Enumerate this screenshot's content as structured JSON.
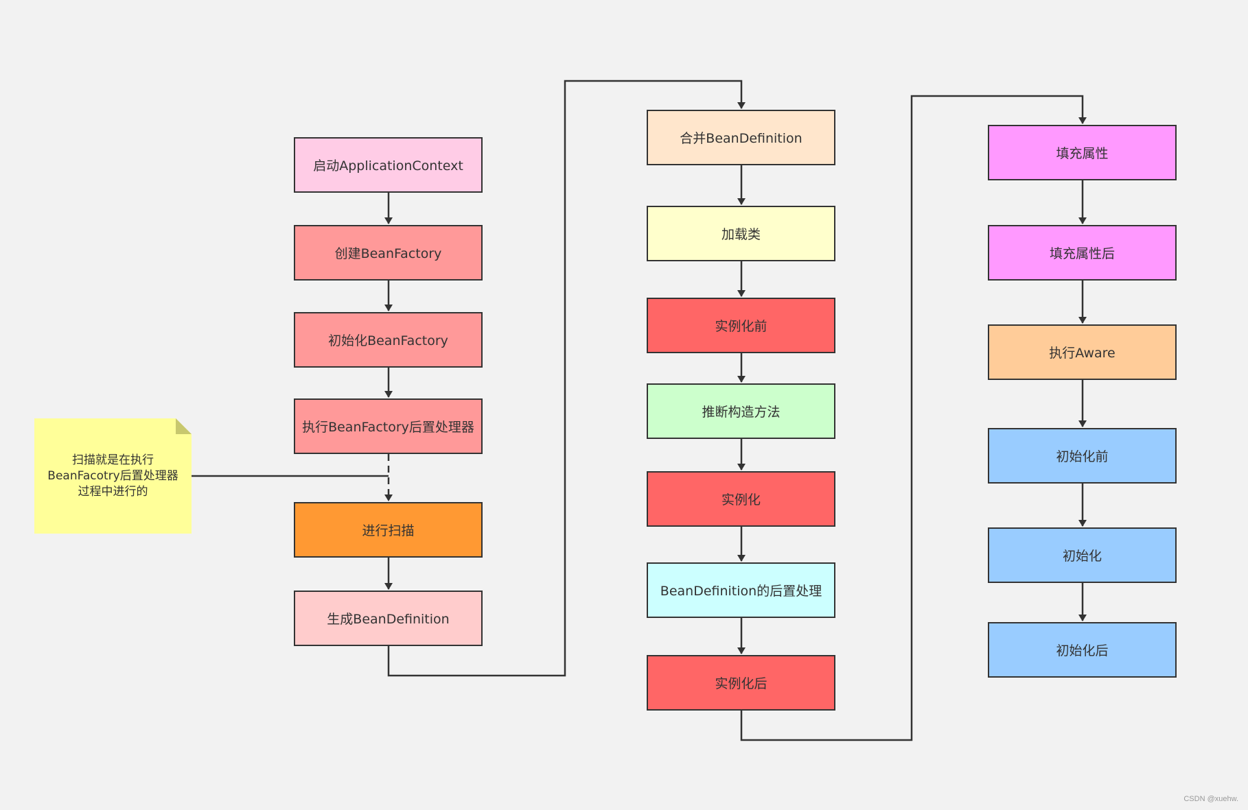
{
  "note": {
    "text": "扫描就是在执行\nBeanFacotry后置处理器\n过程中进行的",
    "fill": "#ffff99"
  },
  "nodes": [
    {
      "id": "start-application-context",
      "label": "启动ApplicationContext",
      "fill": "#ffcce6"
    },
    {
      "id": "create-bean-factory",
      "label": "创建BeanFactory",
      "fill": "#ff9999"
    },
    {
      "id": "init-bean-factory",
      "label": "初始化BeanFactory",
      "fill": "#ff9999"
    },
    {
      "id": "exec-bean-factory-post-processor",
      "label": "执行BeanFactory后置处理器",
      "fill": "#ff9999"
    },
    {
      "id": "scan",
      "label": "进行扫描",
      "fill": "#ff9933"
    },
    {
      "id": "generate-bean-definition",
      "label": "生成BeanDefinition",
      "fill": "#ffcccc"
    },
    {
      "id": "merge-bean-definition",
      "label": "合并BeanDefinition",
      "fill": "#ffe6cc"
    },
    {
      "id": "load-class",
      "label": "加载类",
      "fill": "#ffffcc"
    },
    {
      "id": "before-instantiation",
      "label": "实例化前",
      "fill": "#ff6666"
    },
    {
      "id": "infer-constructor",
      "label": "推断构造方法",
      "fill": "#ccffcc"
    },
    {
      "id": "instantiation",
      "label": "实例化",
      "fill": "#ff6666"
    },
    {
      "id": "bean-definition-post-process",
      "label": "BeanDefinition的后置处理",
      "fill": "#ccffff"
    },
    {
      "id": "after-instantiation",
      "label": "实例化后",
      "fill": "#ff6666"
    },
    {
      "id": "populate-properties",
      "label": "填充属性",
      "fill": "#ff99ff"
    },
    {
      "id": "after-populate-properties",
      "label": "填充属性后",
      "fill": "#ff99ff"
    },
    {
      "id": "invoke-aware",
      "label": "执行Aware",
      "fill": "#ffcc99"
    },
    {
      "id": "before-initialization",
      "label": "初始化前",
      "fill": "#99ccff"
    },
    {
      "id": "initialization",
      "label": "初始化",
      "fill": "#99ccff"
    },
    {
      "id": "after-initialization",
      "label": "初始化后",
      "fill": "#99ccff"
    }
  ],
  "watermark": "CSDN @xuehw."
}
